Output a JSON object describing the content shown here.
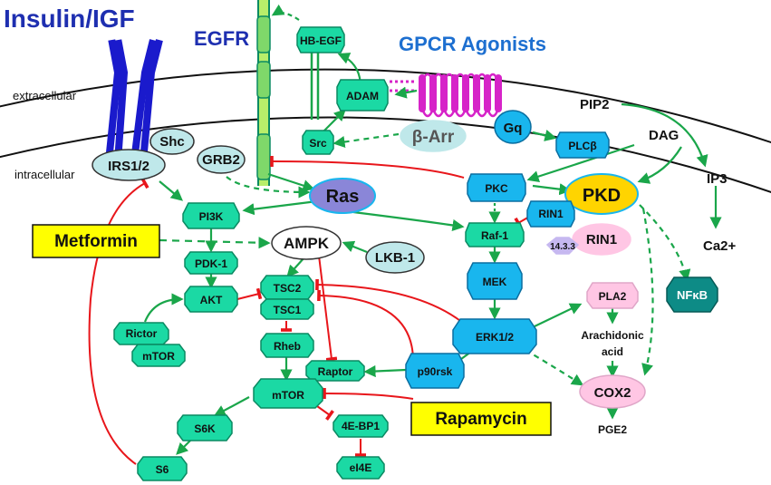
{
  "titles": {
    "insulin": "Insulin/IGF",
    "egfr": "EGFR",
    "gpcr": "GPCR Agonists",
    "extracellular": "extracellular",
    "intracellular": "intracellular"
  },
  "nodes": {
    "hb_egf": "HB-EGF",
    "adam": "ADAM",
    "src": "Src",
    "beta_arr": "β-Arr",
    "gq": "Gq",
    "plcb": "PLCβ",
    "pip2": "PIP2",
    "dag": "DAG",
    "ip3": "IP3",
    "ca": "Ca2+",
    "shc": "Shc",
    "irs": "IRS1/2",
    "grb2": "GRB2",
    "ras": "Ras",
    "pkc": "PKC",
    "pkd": "PKD",
    "rin1_a": "RIN1",
    "rin1_b": "RIN1",
    "p1433": "14.3.3",
    "raf1": "Raf-1",
    "pi3k": "PI3K",
    "ampk": "AMPK",
    "lkb1": "LKB-1",
    "pdk1": "PDK-1",
    "akt": "AKT",
    "tsc2": "TSC2",
    "tsc1": "TSC1",
    "rictor": "Rictor",
    "mtor_c2": "mTOR",
    "rheb": "Rheb",
    "mek": "MEK",
    "erk": "ERK1/2",
    "pla2": "PLA2",
    "arach_1": "Arachidonic",
    "arach_2": "acid",
    "nfkb": "NFκB",
    "p90": "p90rsk",
    "raptor": "Raptor",
    "mtor": "mTOR",
    "cox2": "COX2",
    "pge2": "PGE2",
    "s6k": "S6K",
    "s6": "S6",
    "ebp1": "4E-BP1",
    "eif4e": "eI4E"
  },
  "drugs": {
    "metformin": "Metformin",
    "rapamycin": "Rapamycin"
  },
  "colors": {
    "node_fill": "#1bd9a4",
    "node_stroke": "#0a8a62",
    "blue_node": "#19b6ee",
    "ras_fill": "#8a86d8",
    "pkd_fill": "#ffd400",
    "pink_fill": "#ffc6e4",
    "light_node": "#bfe8ea",
    "receptor_blue": "#1a1acc",
    "gpcr_magenta": "#d623c8",
    "activate_green": "#1aa64a",
    "inhibit_red": "#e8161b",
    "drug_box": "#ffff00",
    "title_blue": "#1e2fb0",
    "gpcr_title": "#1d6fd0",
    "nfkb_fill": "#0d8b86"
  }
}
